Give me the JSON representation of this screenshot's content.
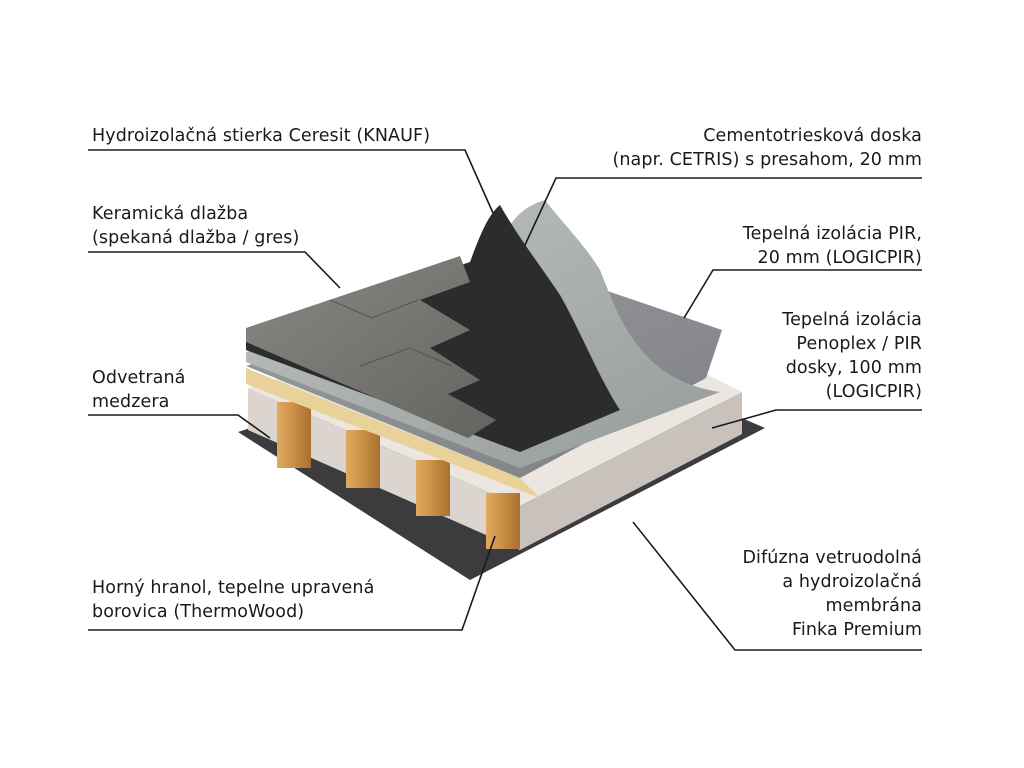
{
  "labels": {
    "hydro_stierka": [
      "Hydroizolačná stierka Ceresit (KNAUF)"
    ],
    "keramicka_dlazba": [
      "Keramická dlažba",
      "(spekaná dlažba / gres)"
    ],
    "odvetrana_medzera": [
      "Odvetraná",
      "medzera"
    ],
    "horny_hranol": [
      "Horný hranol, tepelne upravená",
      "borovica (ThermoWood)"
    ],
    "cementotrieskova_doska": [
      "Cementotriesková doska",
      "(napr. CETRIS) s presahom, 20 mm"
    ],
    "tepelna_pir": [
      "Tepelná izolácia PIR,",
      "20 mm (LOGICPIR)"
    ],
    "tepelna_penoplex": [
      "Tepelná izolácia",
      "Penoplex / PIR",
      "dosky, 100 mm",
      "(LOGICPIR)"
    ],
    "difuzna_membrana": [
      "Difúzna vetruodolná",
      "a hydroizolačná",
      "membrána",
      "Finka Premium"
    ]
  },
  "colors": {
    "leader_line": "#1a1a1a",
    "membrane": "#3c3c3e",
    "penoplex": "#ece6e1",
    "beam_wood": "#c98f45",
    "pir_foil": "#8f9195",
    "cetris_board": "#aab0ad",
    "stierka": "#2c2c2d",
    "tile": "#7a7874"
  }
}
